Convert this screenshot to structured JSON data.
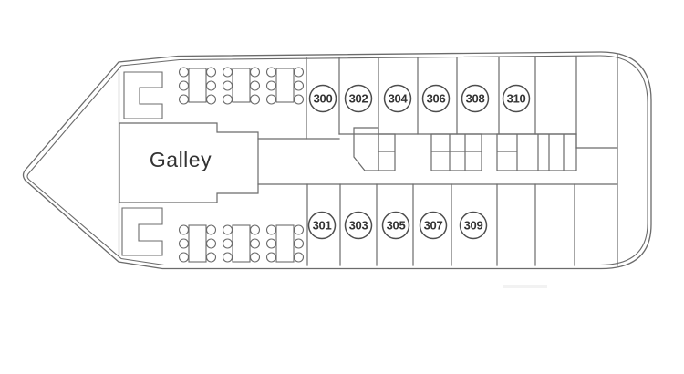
{
  "galley": {
    "label": "Galley"
  },
  "cabins": {
    "top_row": [
      "300",
      "302",
      "304",
      "306",
      "308",
      "310"
    ],
    "bottom_row": [
      "301",
      "303",
      "305",
      "307",
      "309"
    ]
  },
  "colors": {
    "line": "#6b6b6b",
    "badge_stroke": "#4d4d4d",
    "text": "#333333",
    "background": "#ffffff"
  }
}
